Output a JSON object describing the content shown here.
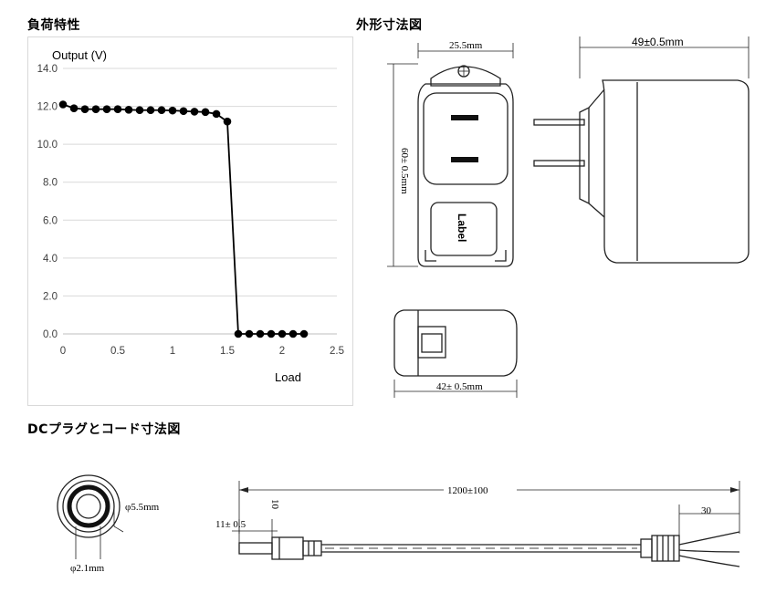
{
  "headings": {
    "load_characteristics": "負荷特性",
    "outline_dimensions": "外形寸法図",
    "plug_and_cord": "DCプラグとコード寸法図"
  },
  "chart_data": {
    "type": "line",
    "ylabel": "Output (V)",
    "xlabel": "Load",
    "xlim": [
      0,
      2.5
    ],
    "ylim": [
      0,
      14
    ],
    "x_ticks": [
      "0",
      "0.5",
      "1",
      "1.5",
      "2",
      "2.5"
    ],
    "y_ticks": [
      "0.0",
      "2.0",
      "4.0",
      "6.0",
      "8.0",
      "10.0",
      "12.0",
      "14.0"
    ],
    "grid": "horizontal",
    "legend": "none",
    "color": "#000000",
    "series": [
      {
        "x": [
          0,
          0.1,
          0.2,
          0.3,
          0.4,
          0.5,
          0.6,
          0.7,
          0.8,
          0.9,
          1.0,
          1.1,
          1.2,
          1.3,
          1.4,
          1.5,
          1.6,
          1.7,
          1.8,
          1.9,
          2.0,
          2.1,
          2.2
        ],
        "y": [
          12.1,
          11.9,
          11.85,
          11.85,
          11.85,
          11.85,
          11.82,
          11.8,
          11.8,
          11.8,
          11.78,
          11.75,
          11.72,
          11.7,
          11.6,
          11.2,
          0,
          0,
          0,
          0,
          0,
          0,
          0
        ]
      }
    ]
  },
  "dimensions": {
    "front_width": "25.5mm",
    "front_height": "60± 0.5mm",
    "label_text": "Label",
    "side_depth": "49±0.5mm",
    "bottom_width": "42± 0.5mm",
    "plug_outer": "φ5.5mm",
    "plug_inner": "φ2.1mm",
    "cord_length": "1200±100",
    "plug_length": "11± 0.5",
    "plug_tip": "10",
    "end_length": "30"
  }
}
